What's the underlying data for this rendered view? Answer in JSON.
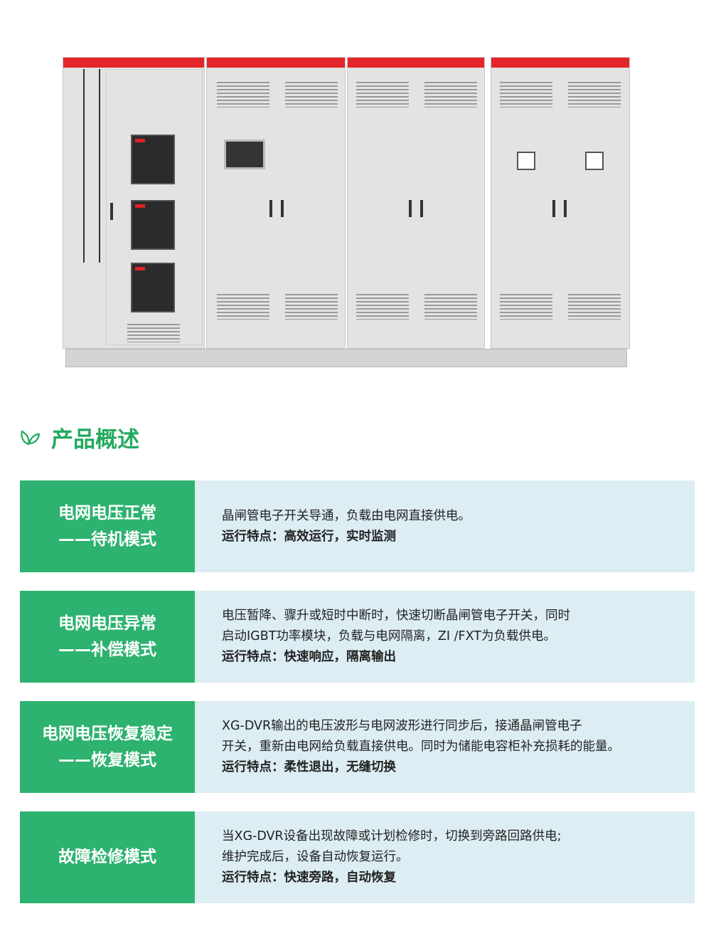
{
  "section_title": "产品概述",
  "colors": {
    "green": "#2db26f",
    "panel": "#dcedf3",
    "cabinet_top": "#e3262b"
  },
  "modes": [
    {
      "title_lines": [
        "电网电压正常",
        "——待机模式"
      ],
      "desc_lines": [
        "晶闸管电子开关导通，负载由电网直接供电。"
      ],
      "feature_label": "运行特点：",
      "feature": "高效运行，实时监测"
    },
    {
      "title_lines": [
        "电网电压异常",
        "——补偿模式"
      ],
      "desc_lines": [
        "电压暂降、骤升或短时中断时，快速切断晶闸管电子开关，同时",
        "启动IGBT功率模块，负载与电网隔离，ZI /FXT为负载供电。"
      ],
      "feature_label": "运行特点：",
      "feature": "快速响应，隔离输出"
    },
    {
      "title_lines": [
        "电网电压恢复稳定",
        "——恢复模式"
      ],
      "desc_lines": [
        "XG-DVR输出的电压波形与电网波形进行同步后，接通晶闸管电子",
        "开关，重新由电网给负载直接供电。同时为储能电容柜补充损耗的能量。"
      ],
      "feature_label": "运行特点：",
      "feature": "柔性退出，无缝切换"
    },
    {
      "title_lines": [
        "故障检修模式"
      ],
      "desc_lines": [
        "当XG-DVR设备出现故障或计划检修时，切换到旁路回路供电;",
        "维护完成后，设备自动恢复运行。"
      ],
      "feature_label": "运行特点：",
      "feature": "快速旁路，自动恢复"
    }
  ]
}
